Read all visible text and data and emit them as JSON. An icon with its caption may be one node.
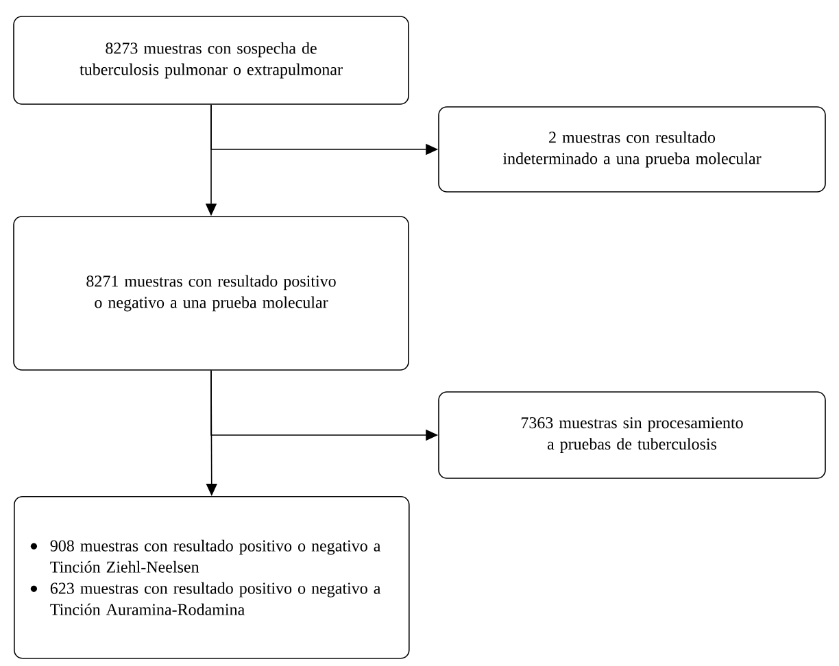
{
  "diagram": {
    "nodes": [
      {
        "text": [
          "8273 muestras con sospecha de tuberculosis pulmonar o extrapulmonar"
        ]
      },
      {
        "text": [
          "2 muestras con resultado indeterminado a una prueba molecular"
        ]
      },
      {
        "text": [
          "8271 muestras con resultado positivo o negativo a una prueba molecular"
        ]
      },
      {
        "text": [
          "7363 muestras sin procesamiento a pruebas de tuberculosis"
        ]
      },
      {
        "text": [
          "908 muestras con resultado positivo o negativo a Tinción Ziehl-Neelsen",
          "623 muestras con resultado positivo o negativo a Tinción Auramina-Rodamina"
        ]
      }
    ],
    "edges": [
      {
        "from": 0,
        "to": 1,
        "arrow": "to"
      },
      {
        "from": 0,
        "to": 2,
        "arrow": "to"
      },
      {
        "from": 2,
        "to": 3,
        "arrow": "to"
      },
      {
        "from": 2,
        "to": 4,
        "arrow": "to"
      }
    ]
  }
}
